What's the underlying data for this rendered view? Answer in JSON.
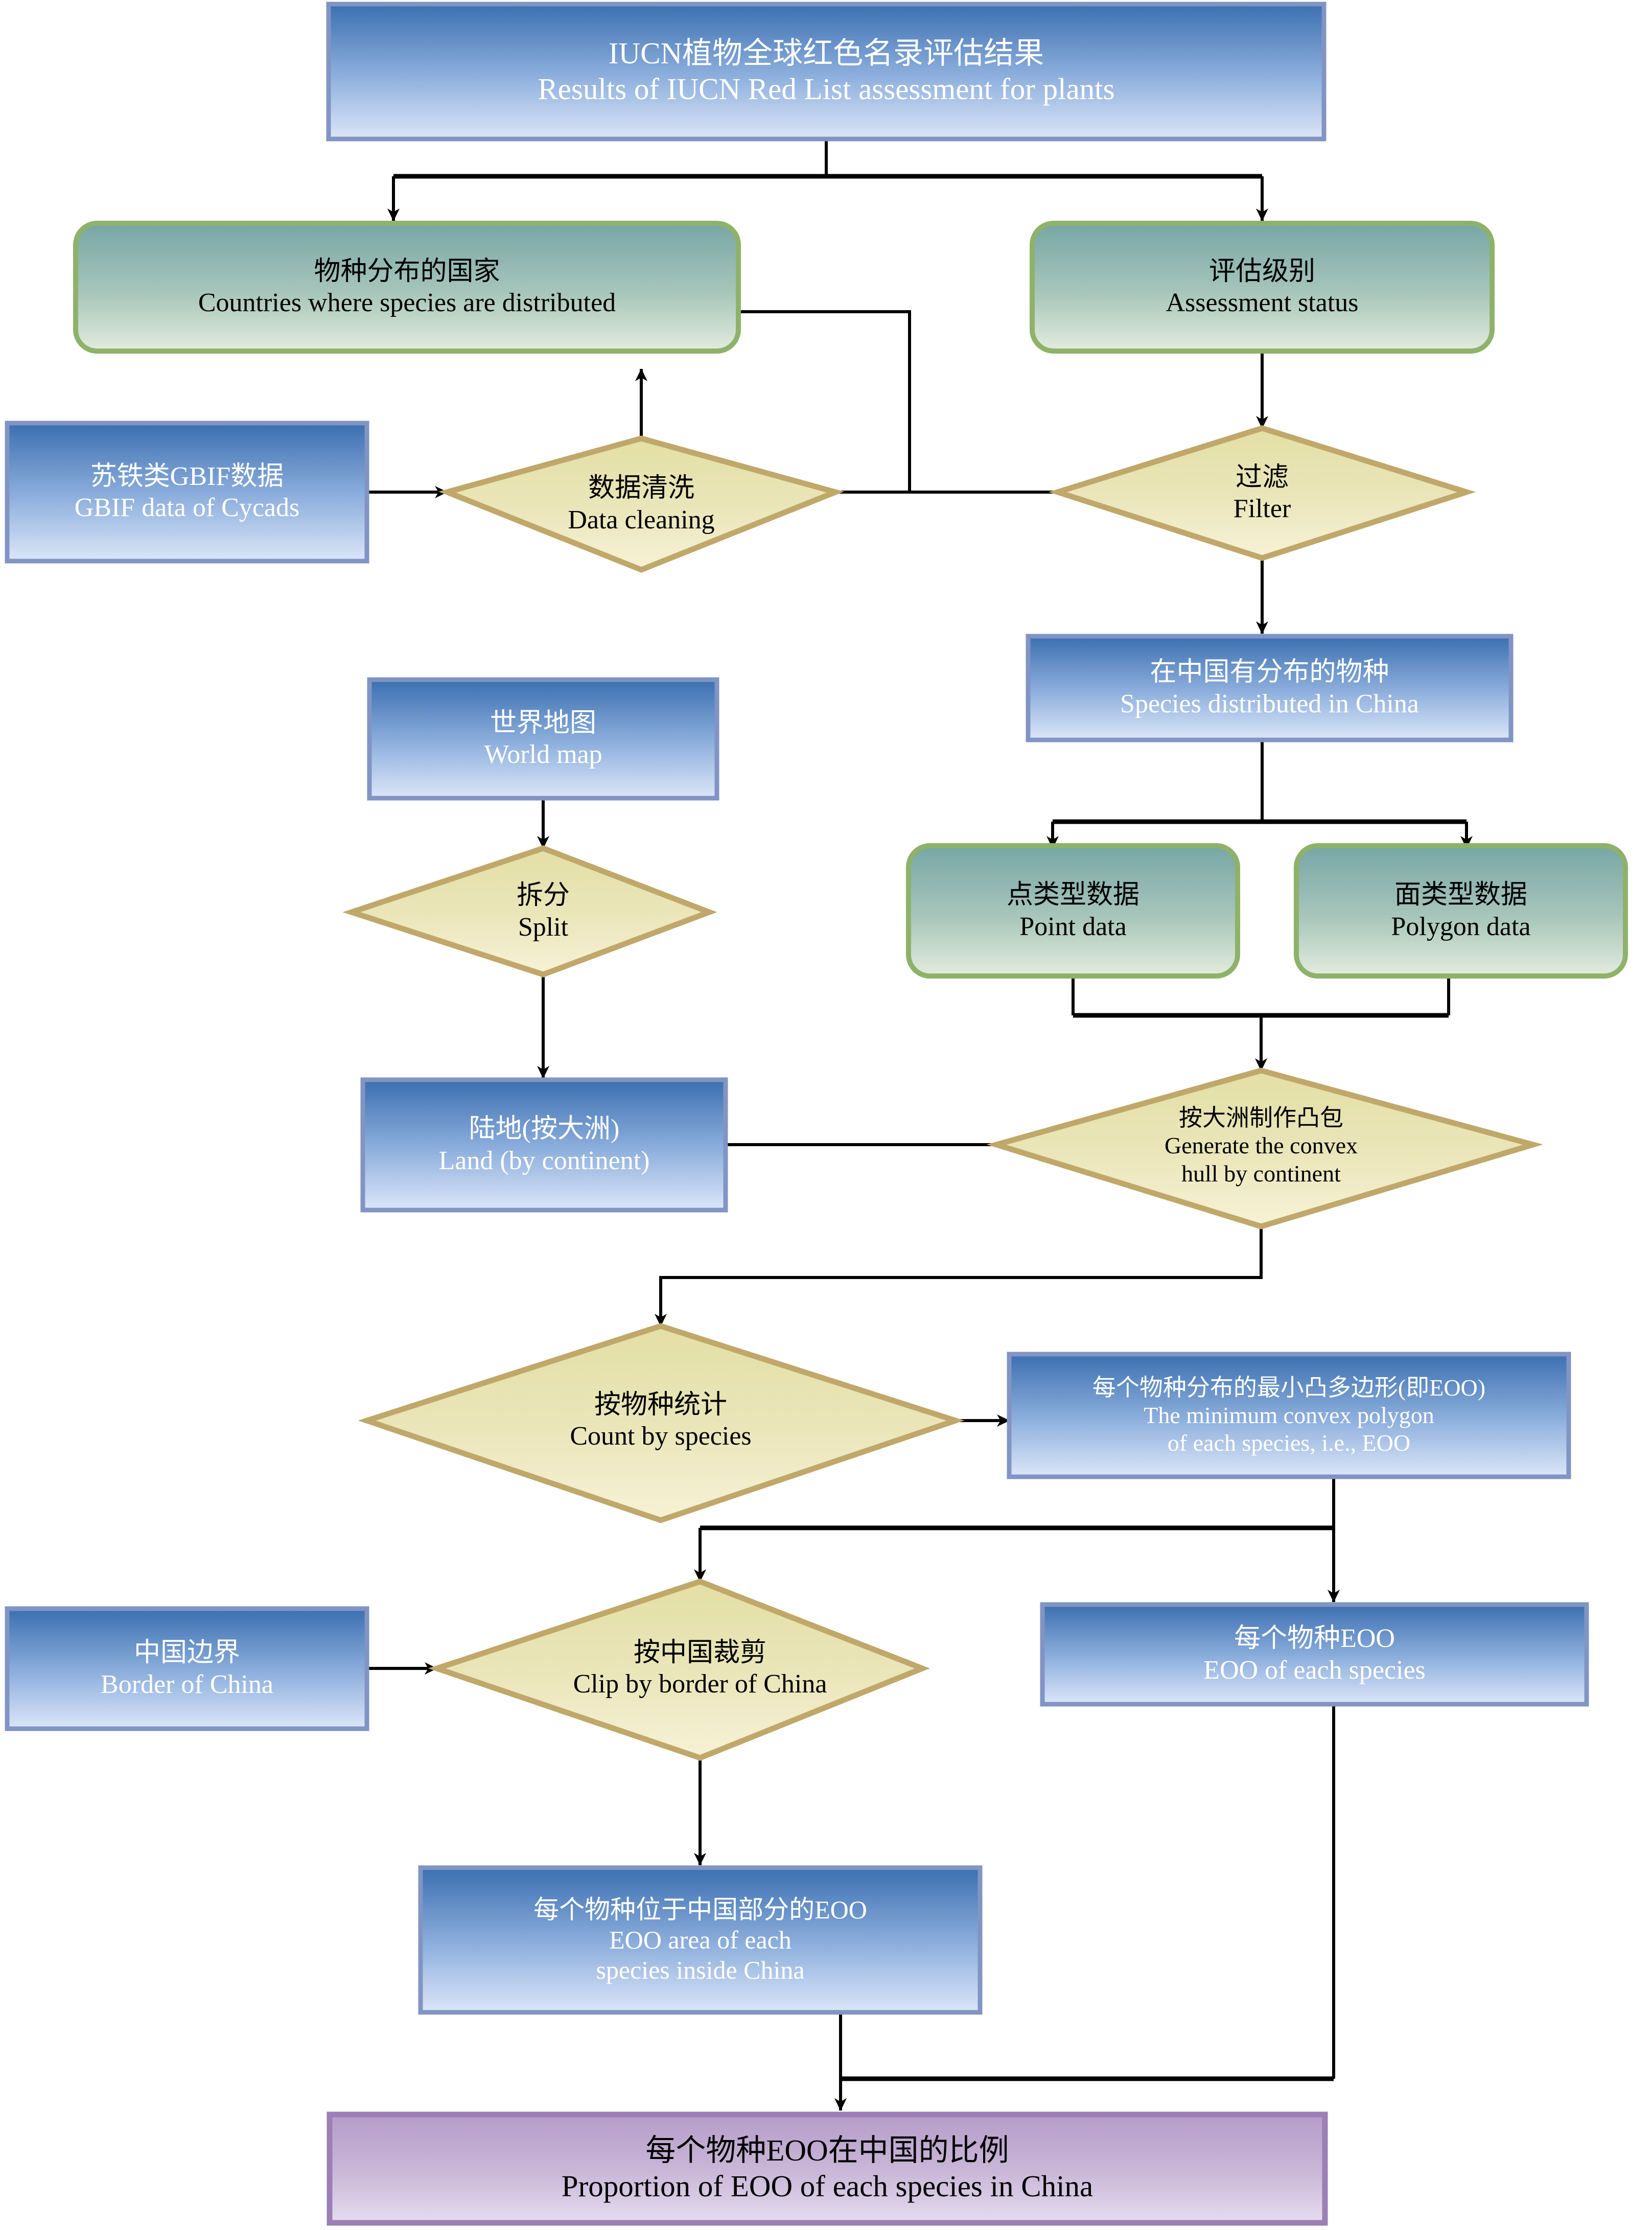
{
  "diagram": {
    "title_zh": "IUCN植物全球红色名录评估结果",
    "title_en": "Results of IUCN Red List assessment for plants",
    "palette": {
      "blue_top": "#3b6fb0",
      "blue_bottom": "#d7e3f7",
      "blue_border": "#8294c4",
      "green_top": "#7aa8a6",
      "green_bottom": "#dfeadb",
      "green_border": "#8fb26a",
      "diamond_top": "#e4e0a8",
      "diamond_bottom": "#f5f0cf",
      "diamond_border": "#c0a86a",
      "purple_top": "#b59cc8",
      "purple_bottom": "#e4d9ec",
      "purple_border": "#9b7fb5",
      "connector": "#000000"
    },
    "nodes": [
      {
        "id": "title",
        "name": "iucn-assessment-results-box",
        "shape": "rect",
        "style": "blue",
        "zh": "IUCN植物全球红色名录评估结果",
        "en": "Results of IUCN Red List assessment for plants"
      },
      {
        "id": "countries",
        "name": "countries-distributed-box",
        "shape": "rounded",
        "style": "green",
        "zh": "物种分布的国家",
        "en": "Countries where species are distributed"
      },
      {
        "id": "status",
        "name": "assessment-status-box",
        "shape": "rounded",
        "style": "green",
        "zh": "评估级别",
        "en": "Assessment status"
      },
      {
        "id": "gbif",
        "name": "gbif-cycads-data-box",
        "shape": "rect",
        "style": "blue",
        "zh": "苏铁类GBIF数据",
        "en": "GBIF data of Cycads"
      },
      {
        "id": "clean",
        "name": "data-cleaning-diamond",
        "shape": "diamond",
        "style": "diamond",
        "zh": "数据清洗",
        "en": "Data cleaning"
      },
      {
        "id": "filter",
        "name": "filter-diamond",
        "shape": "diamond",
        "style": "diamond",
        "zh": "过滤",
        "en": "Filter"
      },
      {
        "id": "china_species",
        "name": "species-distributed-in-china-box",
        "shape": "rect",
        "style": "blue",
        "zh": "在中国有分布的物种",
        "en": "Species distributed in China"
      },
      {
        "id": "worldmap",
        "name": "world-map-box",
        "shape": "rect",
        "style": "blue",
        "zh": "世界地图",
        "en": "World map"
      },
      {
        "id": "split",
        "name": "split-diamond",
        "shape": "diamond",
        "style": "diamond",
        "zh": "拆分",
        "en": "Split"
      },
      {
        "id": "point",
        "name": "point-data-box",
        "shape": "rounded",
        "style": "green",
        "zh": "点类型数据",
        "en": "Point data"
      },
      {
        "id": "polygon",
        "name": "polygon-data-box",
        "shape": "rounded",
        "style": "green",
        "zh": "面类型数据",
        "en": "Polygon data"
      },
      {
        "id": "land",
        "name": "land-by-continent-box",
        "shape": "rect",
        "style": "blue",
        "zh": "陆地(按大洲)",
        "en": "Land (by continent)"
      },
      {
        "id": "hull",
        "name": "generate-convex-hull-diamond",
        "shape": "diamond",
        "style": "diamond",
        "zh": "按大洲制作凸包",
        "en": "Generate the convex",
        "en2": "hull by continent"
      },
      {
        "id": "count",
        "name": "count-by-species-diamond",
        "shape": "diamond",
        "style": "diamond",
        "zh": "按物种统计",
        "en": "Count by species"
      },
      {
        "id": "mcp",
        "name": "minimum-convex-polygon-eoo-box",
        "shape": "rect",
        "style": "blue",
        "zh": "每个物种分布的最小凸多边形(即EOO)",
        "en": "The minimum convex polygon",
        "en2": "of each species, i.e., EOO"
      },
      {
        "id": "border",
        "name": "border-of-china-box",
        "shape": "rect",
        "style": "blue",
        "zh": "中国边界",
        "en": "Border of China"
      },
      {
        "id": "clip",
        "name": "clip-by-border-of-china-diamond",
        "shape": "diamond",
        "style": "diamond",
        "zh": "按中国裁剪",
        "en": "Clip by border of China"
      },
      {
        "id": "eoo_each",
        "name": "eoo-of-each-species-box",
        "shape": "rect",
        "style": "blue",
        "zh": "每个物种EOO",
        "en": "EOO of each species"
      },
      {
        "id": "eoo_inside",
        "name": "eoo-inside-china-box",
        "shape": "rect",
        "style": "blue",
        "zh": "每个物种位于中国部分的EOO",
        "en": "EOO area of each",
        "en2": "species inside China"
      },
      {
        "id": "proportion",
        "name": "proportion-of-eoo-in-china-box",
        "shape": "rect",
        "style": "purple",
        "zh": "每个物种EOO在中国的比例",
        "en": "Proportion of EOO of each species in China"
      }
    ],
    "edges": [
      {
        "from": "title",
        "to": "countries",
        "name": "edge-title-to-countries"
      },
      {
        "from": "title",
        "to": "status",
        "name": "edge-title-to-status"
      },
      {
        "from": "gbif",
        "to": "clean",
        "name": "edge-gbif-to-cleaning"
      },
      {
        "from": "clean",
        "to": "countries",
        "name": "edge-cleaning-to-countries"
      },
      {
        "from": "clean",
        "to": "filter",
        "name": "edge-cleaning-to-filter"
      },
      {
        "from": "countries",
        "to": "filter",
        "name": "edge-countries-to-filter"
      },
      {
        "from": "status",
        "to": "filter",
        "name": "edge-status-to-filter"
      },
      {
        "from": "filter",
        "to": "china_species",
        "name": "edge-filter-to-china-species"
      },
      {
        "from": "china_species",
        "to": "point",
        "name": "edge-china-species-to-point"
      },
      {
        "from": "china_species",
        "to": "polygon",
        "name": "edge-china-species-to-polygon"
      },
      {
        "from": "worldmap",
        "to": "split",
        "name": "edge-worldmap-to-split"
      },
      {
        "from": "split",
        "to": "land",
        "name": "edge-split-to-land"
      },
      {
        "from": "point",
        "to": "hull",
        "name": "edge-point-to-hull"
      },
      {
        "from": "polygon",
        "to": "hull",
        "name": "edge-polygon-to-hull"
      },
      {
        "from": "land",
        "to": "hull",
        "name": "edge-land-to-hull"
      },
      {
        "from": "hull",
        "to": "count",
        "name": "edge-hull-to-count"
      },
      {
        "from": "count",
        "to": "mcp",
        "name": "edge-count-to-mcp"
      },
      {
        "from": "mcp",
        "to": "clip",
        "name": "edge-mcp-to-clip"
      },
      {
        "from": "mcp",
        "to": "eoo_each",
        "name": "edge-mcp-to-eoo-each"
      },
      {
        "from": "border",
        "to": "clip",
        "name": "edge-border-to-clip"
      },
      {
        "from": "clip",
        "to": "eoo_inside",
        "name": "edge-clip-to-eoo-inside"
      },
      {
        "from": "eoo_inside",
        "to": "proportion",
        "name": "edge-eoo-inside-to-proportion"
      },
      {
        "from": "eoo_each",
        "to": "proportion",
        "name": "edge-eoo-each-to-proportion"
      }
    ]
  }
}
